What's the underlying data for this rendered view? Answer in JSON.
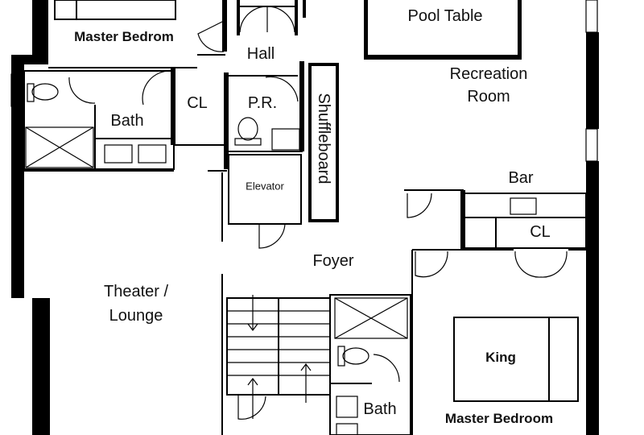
{
  "rooms": {
    "master_bedroom_top": "Master Bedrom",
    "pool_table": "Pool Table",
    "hall": "Hall",
    "recreation_line1": "Recreation",
    "recreation_line2": "Room",
    "cl_top": "CL",
    "bath_top": "Bath",
    "powder_room": "P.R.",
    "shuffleboard": "Shuffleboard",
    "elevator": "Elevator",
    "bar": "Bar",
    "cl_right": "CL",
    "foyer": "Foyer",
    "theater_line1": "Theater /",
    "theater_line2": "Lounge",
    "king": "King",
    "bath_bottom": "Bath",
    "master_bedroom_bottom": "Master Bedroom"
  }
}
